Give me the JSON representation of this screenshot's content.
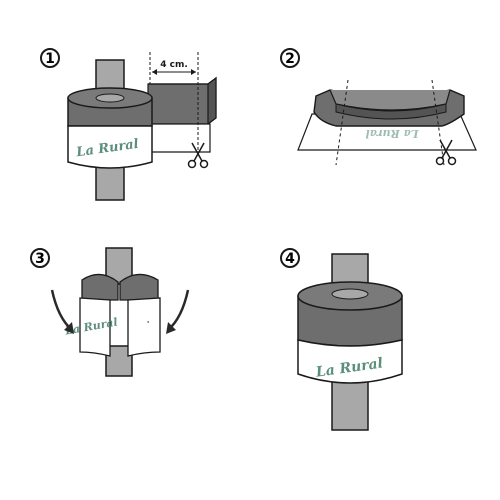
{
  "steps": [
    {
      "number": "1",
      "measurement": "4 cm.",
      "brand": "La Rural"
    },
    {
      "number": "2",
      "brand": "La Rural"
    },
    {
      "number": "3",
      "brand": "La Rural"
    },
    {
      "number": "4",
      "brand": "La Rural"
    }
  ],
  "colors": {
    "pipe": "#a8a8a8",
    "foam": "#6e6e6e",
    "foam_dark": "#545454",
    "outline": "#1a1a1a",
    "label_paper": "#ffffff",
    "brand_green": "#5b8f7a",
    "arrow": "#2a2a2a"
  },
  "icons": [
    "scissors-icon",
    "scissors-icon",
    "curved-arrow-left-icon",
    "curved-arrow-right-icon"
  ]
}
